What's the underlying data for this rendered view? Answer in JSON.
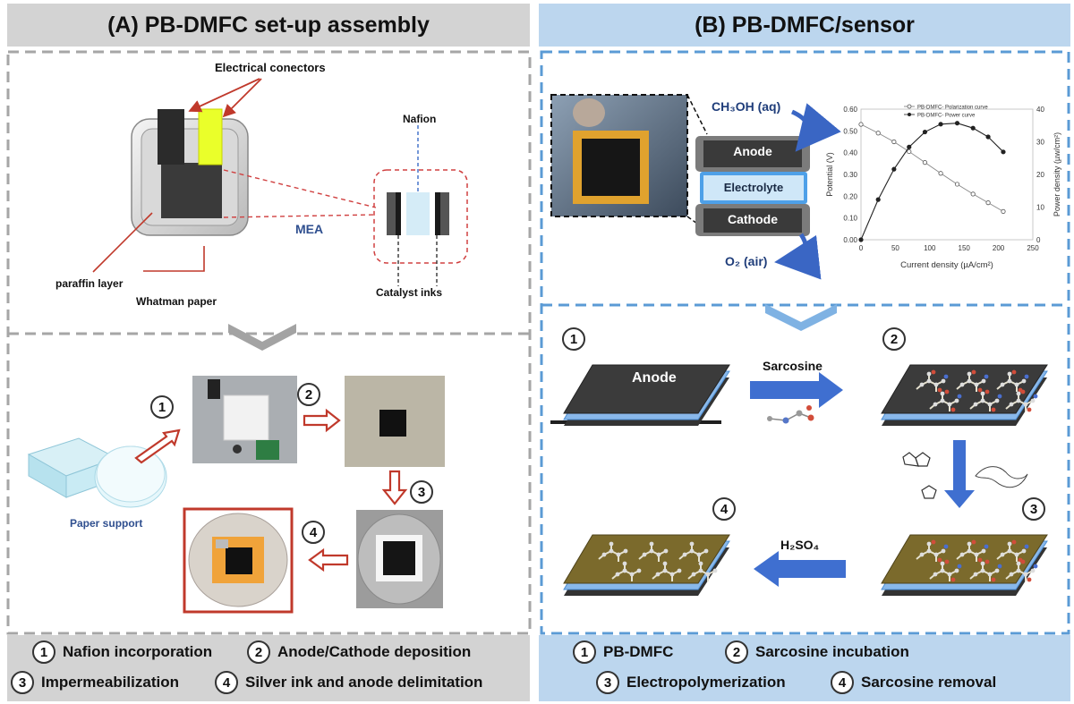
{
  "panel_a": {
    "title": "(A) PB-DMFC set-up assembly",
    "labels": {
      "connectors": "Electrical conectors",
      "nafion": "Nafion",
      "mea": "MEA",
      "paraffin": "paraffin layer",
      "whatman": "Whatman paper",
      "catalyst": "Catalyst inks",
      "paper_support": "Paper support"
    },
    "step_numbers": [
      "1",
      "2",
      "3",
      "4"
    ],
    "steps": [
      {
        "num": "1",
        "label": "Nafion incorporation"
      },
      {
        "num": "2",
        "label": "Anode/Cathode deposition"
      },
      {
        "num": "3",
        "label": "Impermeabilization"
      },
      {
        "num": "4",
        "label": "Silver ink and anode delimitation"
      }
    ]
  },
  "panel_b": {
    "title": "(B) PB-DMFC/sensor",
    "cell": {
      "methanol": "CH₃OH (aq)",
      "oxygen": "O₂ (air)",
      "anode": "Anode",
      "electrolyte": "Electrolyte",
      "cathode": "Cathode"
    },
    "process": {
      "anode_label": "Anode",
      "sarcosine": "Sarcosine",
      "acid": "H₂SO₄",
      "step_numbers": [
        "1",
        "2",
        "3",
        "4"
      ]
    },
    "steps": [
      {
        "num": "1",
        "label": "PB-DMFC"
      },
      {
        "num": "2",
        "label": "Sarcosine incubation"
      },
      {
        "num": "3",
        "label": "Electropolymerization"
      },
      {
        "num": "4",
        "label": "Sarcosine removal"
      }
    ]
  },
  "colors": {
    "header_a": "#d3d3d3",
    "header_b": "#bcd6ee",
    "arrow_blue": "#3f6fd0",
    "arrow_red": "#c0392b",
    "electrode_dark": "#3a3a3a",
    "electrolyte": "#bfe0f5",
    "polymer_film": "#7b6a2c"
  },
  "chart_data": {
    "type": "line",
    "xlabel": "Current density (µA/cm²)",
    "ylabel": "Potential (V)",
    "y2label": "Power density (µw/cm²)",
    "xlim": [
      0,
      250
    ],
    "ylim": [
      0,
      0.6
    ],
    "y2lim": [
      0,
      40
    ],
    "xticks": [
      "0",
      "50",
      "100",
      "150",
      "200",
      "250"
    ],
    "yticks": [
      "0.00",
      "0.10",
      "0.20",
      "0.30",
      "0.40",
      "0.50",
      "0.60"
    ],
    "y2ticks": [
      "0",
      "10",
      "20",
      "30",
      "40"
    ],
    "legend_placement": "top",
    "series": [
      {
        "name": "PB-DMFC- Polarization curve",
        "axis": "left",
        "marker": "open-circle",
        "x": [
          0,
          25,
          48,
          70,
          93,
          116,
          140,
          163,
          185,
          207
        ],
        "y": [
          0.53,
          0.49,
          0.45,
          0.405,
          0.355,
          0.305,
          0.255,
          0.21,
          0.17,
          0.13
        ]
      },
      {
        "name": "PB-DMFC- Power curve",
        "axis": "right",
        "marker": "filled-circle",
        "x": [
          0,
          25,
          48,
          70,
          93,
          116,
          140,
          163,
          185,
          207
        ],
        "y": [
          0,
          12.3,
          21.6,
          28.4,
          33.0,
          35.4,
          35.7,
          34.2,
          31.5,
          26.9
        ]
      }
    ]
  }
}
